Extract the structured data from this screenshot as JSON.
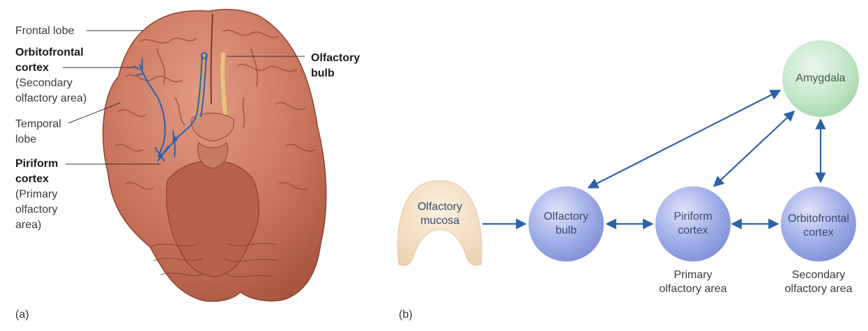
{
  "panel_a": {
    "letter": "(a)",
    "labels": {
      "frontal_lobe": "Frontal lobe",
      "orbitofrontal_1": "Orbitofrontal",
      "orbitofrontal_2": "cortex",
      "orbitofrontal_sub1": "(Secondary",
      "orbitofrontal_sub2": "olfactory area)",
      "temporal_1": "Temporal",
      "temporal_2": "lobe",
      "piriform_1": "Piriform",
      "piriform_2": "cortex",
      "piriform_sub1": "(Primary",
      "piriform_sub2": "olfactory",
      "piriform_sub3": "area)",
      "olfactory_bulb_1": "Olfactory",
      "olfactory_bulb_2": "bulb"
    }
  },
  "panel_b": {
    "letter": "(b)",
    "nodes": {
      "mucosa": [
        "Olfactory",
        "mucosa"
      ],
      "bulb": [
        "Olfactory",
        "bulb"
      ],
      "piriform": [
        "Piriform",
        "cortex"
      ],
      "orbitofrontal": [
        "Orbitofrontal",
        "cortex"
      ],
      "amygdala": [
        "Amygdala"
      ]
    },
    "captions": {
      "primary": [
        "Primary",
        "olfactory area"
      ],
      "secondary": [
        "Secondary",
        "olfactory area"
      ]
    },
    "colors": {
      "node_blue": "#8f9de0",
      "amygdala_green": "#b8e2bd",
      "mucosa_tan": "#f1dcbf",
      "arrow_blue": "#2b62a8",
      "brain": "#c8705a"
    }
  }
}
